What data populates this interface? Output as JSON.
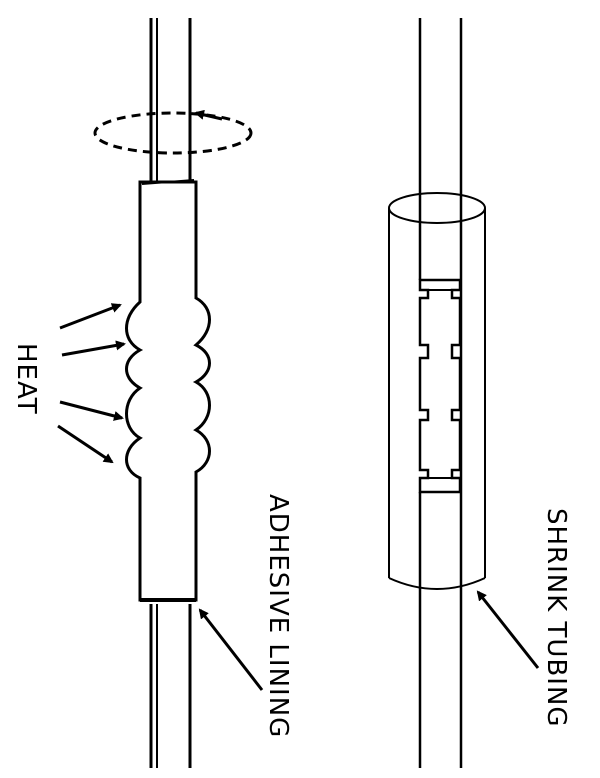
{
  "labels": {
    "heat": "HEAT",
    "adhesive_lining": "ADHESIVE LINING",
    "shrink_tubing": "SHRINK TUBING"
  },
  "colors": {
    "ink": "#000000",
    "paper": "#ffffff"
  }
}
